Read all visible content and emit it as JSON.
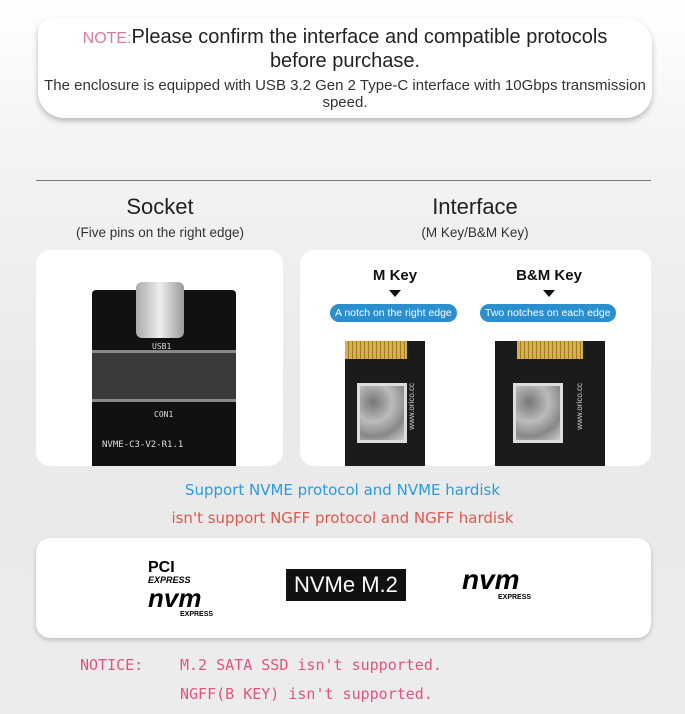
{
  "note": {
    "tag": "NOTE:",
    "headline": "Please confirm the interface and compatible protocols before purchase.",
    "detail": "The enclosure is equipped with USB 3.2 Gen 2 Type-C interface with 10Gbps transmission speed."
  },
  "socket": {
    "title": "Socket",
    "subtitle": "(Five pins on the right edge)",
    "board_label": "NVME-C3-V2-R1.1",
    "usb_label": "USB1",
    "con_label": "CON1"
  },
  "interface": {
    "title": "Interface",
    "subtitle": "(M Key/B&M Key)",
    "keys": [
      {
        "label": "M Key",
        "description": "A notch on the right edge",
        "url": "www.orico.cc"
      },
      {
        "label": "B&M Key",
        "description": "Two notches on each edge",
        "url": "www.orico.cc"
      }
    ]
  },
  "support": {
    "yes": "Support NVME protocol and NVME hardisk",
    "no": "isn't support NGFF protocol and NGFF hardisk"
  },
  "logos": {
    "pci": "PCI",
    "express": "EXPRESS",
    "nvm": "nvm",
    "nvm_express": "EXPRESS",
    "nvme_m2": "NVMe M.2",
    "nvm2": "nvm",
    "nvm2_express": "EXPRESS"
  },
  "notice": {
    "label": "NOTICE:",
    "lines": [
      "M.2 SATA SSD isn't supported.",
      "NGFF(B KEY) isn't supported."
    ]
  },
  "colors": {
    "blue": "#2a9be0",
    "red": "#e0584f",
    "pink": "#e0567a",
    "pill": "#2a8fcf"
  }
}
